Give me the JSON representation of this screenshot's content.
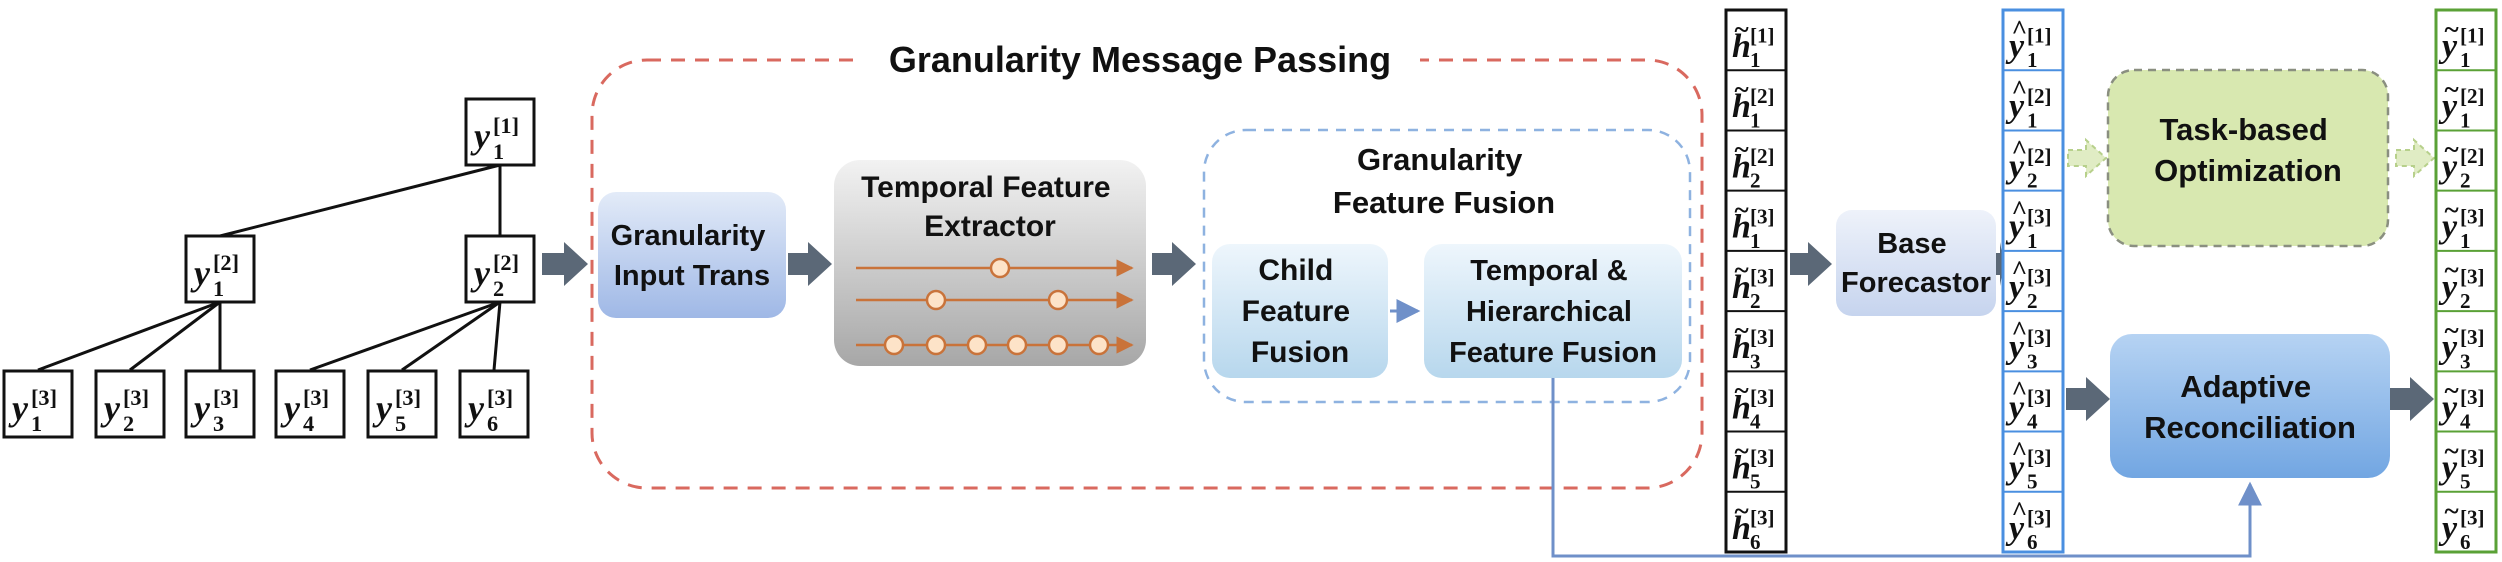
{
  "title": "Granularity Message Passing",
  "colors": {
    "dashed_red": "#d9695f",
    "dashed_blue": "#8eb2e0",
    "node_blue_top": "#e3ebf8",
    "node_blue_bottom": "#9fb8e6",
    "gray_top": "#f0f0f0",
    "gray_bottom": "#a9a9a9",
    "light_blue_top": "#eaf4fb",
    "light_blue_bottom": "#b9d9ee",
    "orange": "#c9733a",
    "arrow_gray": "#5b6877",
    "connector_blue": "#6f90c9",
    "green_fill": "#d8e8b0",
    "green_border": "#5aa136",
    "column_blue": "#4a8fe0"
  },
  "tree": {
    "root": {
      "base": "y",
      "sub": "1",
      "sup": "[1]"
    },
    "level2": [
      {
        "base": "y",
        "sub": "1",
        "sup": "[2]"
      },
      {
        "base": "y",
        "sub": "2",
        "sup": "[2]"
      }
    ],
    "leaves": [
      {
        "base": "y",
        "sub": "1",
        "sup": "[3]"
      },
      {
        "base": "y",
        "sub": "2",
        "sup": "[3]"
      },
      {
        "base": "y",
        "sub": "3",
        "sup": "[3]"
      },
      {
        "base": "y",
        "sub": "4",
        "sup": "[3]"
      },
      {
        "base": "y",
        "sub": "5",
        "sup": "[3]"
      },
      {
        "base": "y",
        "sub": "6",
        "sup": "[3]"
      }
    ]
  },
  "modules": {
    "input_trans": [
      "Granularity",
      "Input Trans"
    ],
    "temporal_extractor": [
      "Temporal Feature",
      "Extractor"
    ],
    "feature_fusion_title": [
      "Granularity",
      "Feature Fusion"
    ],
    "child_fusion": [
      "Child",
      "Feature",
      "Fusion"
    ],
    "temporal_hier_fusion": [
      "Temporal &",
      "Hierarchical",
      "Feature Fusion"
    ],
    "base_forecastor": [
      "Base",
      "Forecastor"
    ],
    "task_optimization": [
      "Task-based",
      "Optimization"
    ],
    "adaptive_reconciliation": [
      "Adaptive",
      "Reconciliation"
    ]
  },
  "columns": {
    "hidden": {
      "base": "h",
      "accent": "~",
      "items": [
        {
          "sub": "1",
          "sup": "[1]"
        },
        {
          "sub": "1",
          "sup": "[2]"
        },
        {
          "sub": "2",
          "sup": "[2]"
        },
        {
          "sub": "1",
          "sup": "[3]"
        },
        {
          "sub": "2",
          "sup": "[3]"
        },
        {
          "sub": "3",
          "sup": "[3]"
        },
        {
          "sub": "4",
          "sup": "[3]"
        },
        {
          "sub": "5",
          "sup": "[3]"
        },
        {
          "sub": "6",
          "sup": "[3]"
        }
      ]
    },
    "forecast": {
      "base": "y",
      "accent": "^",
      "items": [
        {
          "sub": "1",
          "sup": "[1]"
        },
        {
          "sub": "1",
          "sup": "[2]"
        },
        {
          "sub": "2",
          "sup": "[2]"
        },
        {
          "sub": "1",
          "sup": "[3]"
        },
        {
          "sub": "2",
          "sup": "[3]"
        },
        {
          "sub": "3",
          "sup": "[3]"
        },
        {
          "sub": "4",
          "sup": "[3]"
        },
        {
          "sub": "5",
          "sup": "[3]"
        },
        {
          "sub": "6",
          "sup": "[3]"
        }
      ]
    },
    "reconciled": {
      "base": "y",
      "accent": "~",
      "items": [
        {
          "sub": "1",
          "sup": "[1]"
        },
        {
          "sub": "1",
          "sup": "[2]"
        },
        {
          "sub": "2",
          "sup": "[2]"
        },
        {
          "sub": "1",
          "sup": "[3]"
        },
        {
          "sub": "2",
          "sup": "[3]"
        },
        {
          "sub": "3",
          "sup": "[3]"
        },
        {
          "sub": "4",
          "sup": "[3]"
        },
        {
          "sub": "5",
          "sup": "[3]"
        },
        {
          "sub": "6",
          "sup": "[3]"
        }
      ]
    }
  }
}
